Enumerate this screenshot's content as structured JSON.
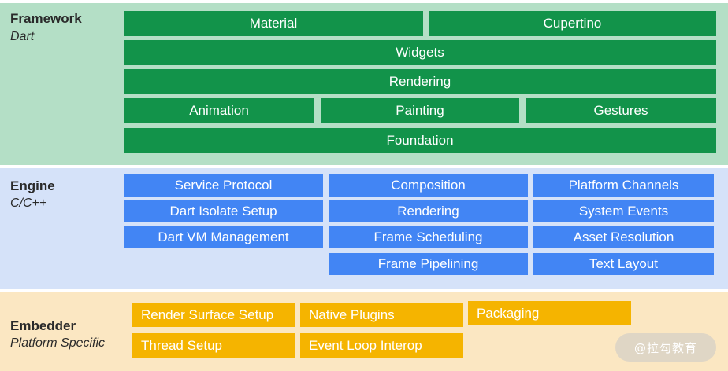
{
  "framework": {
    "title": "Framework",
    "subtitle": "Dart",
    "boxes": {
      "material": "Material",
      "cupertino": "Cupertino",
      "widgets": "Widgets",
      "rendering": "Rendering",
      "animation": "Animation",
      "painting": "Painting",
      "gestures": "Gestures",
      "foundation": "Foundation"
    }
  },
  "engine": {
    "title": "Engine",
    "subtitle": "C/C++",
    "boxes": {
      "service_protocol": "Service Protocol",
      "dart_isolate_setup": "Dart Isolate Setup",
      "dart_vm_management": "Dart VM Management",
      "composition": "Composition",
      "rendering": "Rendering",
      "frame_scheduling": "Frame Scheduling",
      "frame_pipelining": "Frame Pipelining",
      "platform_channels": "Platform Channels",
      "system_events": "System Events",
      "asset_resolution": "Asset Resolution",
      "text_layout": "Text Layout"
    }
  },
  "embedder": {
    "title": "Embedder",
    "subtitle": "Platform Specific",
    "boxes": {
      "render_surface_setup": "Render Surface Setup",
      "native_plugins": "Native Plugins",
      "packaging": "Packaging",
      "thread_setup": "Thread Setup",
      "event_loop_interop": "Event Loop Interop"
    }
  },
  "watermark": "@拉勾教育",
  "colors": {
    "framework_bg": "#b4dfc6",
    "framework_box": "#12934a",
    "engine_bg": "#d5e2f9",
    "engine_box": "#4285f4",
    "embedder_bg": "#fbe7c2",
    "embedder_box": "#f5b400"
  }
}
